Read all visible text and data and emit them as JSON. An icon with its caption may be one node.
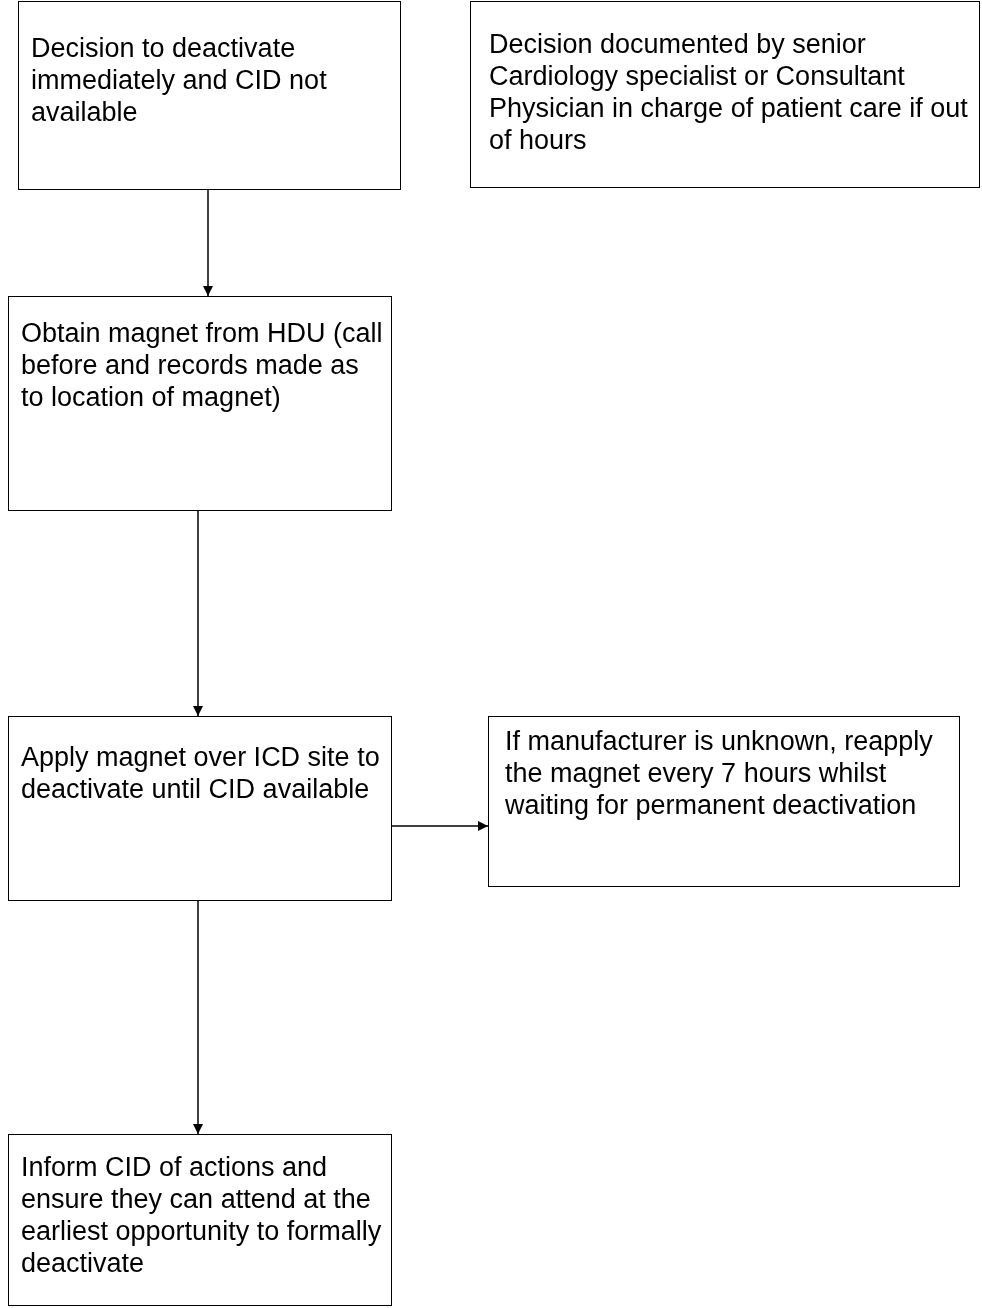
{
  "diagram": {
    "nodes": [
      {
        "text": [
          "Decision to deactivate immediately and CID not available"
        ]
      },
      {
        "text": [
          "Decision documented by senior Cardiology specialist or Consultant Physician in charge of patient care if out of hours"
        ]
      },
      {
        "text": [
          "Obtain magnet from HDU (call before and records made as to location of magnet)"
        ]
      },
      {
        "text": [
          "Apply magnet over ICD site to deactivate until CID available"
        ]
      },
      {
        "text": [
          "If manufacturer is unknown, reapply the magnet every 7 hours whilst waiting for permanent deactivation"
        ]
      },
      {
        "text": [
          "Inform CID of actions and ensure they can attend at the earliest opportunity to formally deactivate"
        ]
      }
    ],
    "edges": [
      {
        "from": 0,
        "to": 2,
        "arrow": "to"
      },
      {
        "from": 2,
        "to": 3,
        "arrow": "to"
      },
      {
        "from": 3,
        "to": 4,
        "arrow": "to"
      },
      {
        "from": 3,
        "to": 5,
        "arrow": "to"
      }
    ]
  }
}
